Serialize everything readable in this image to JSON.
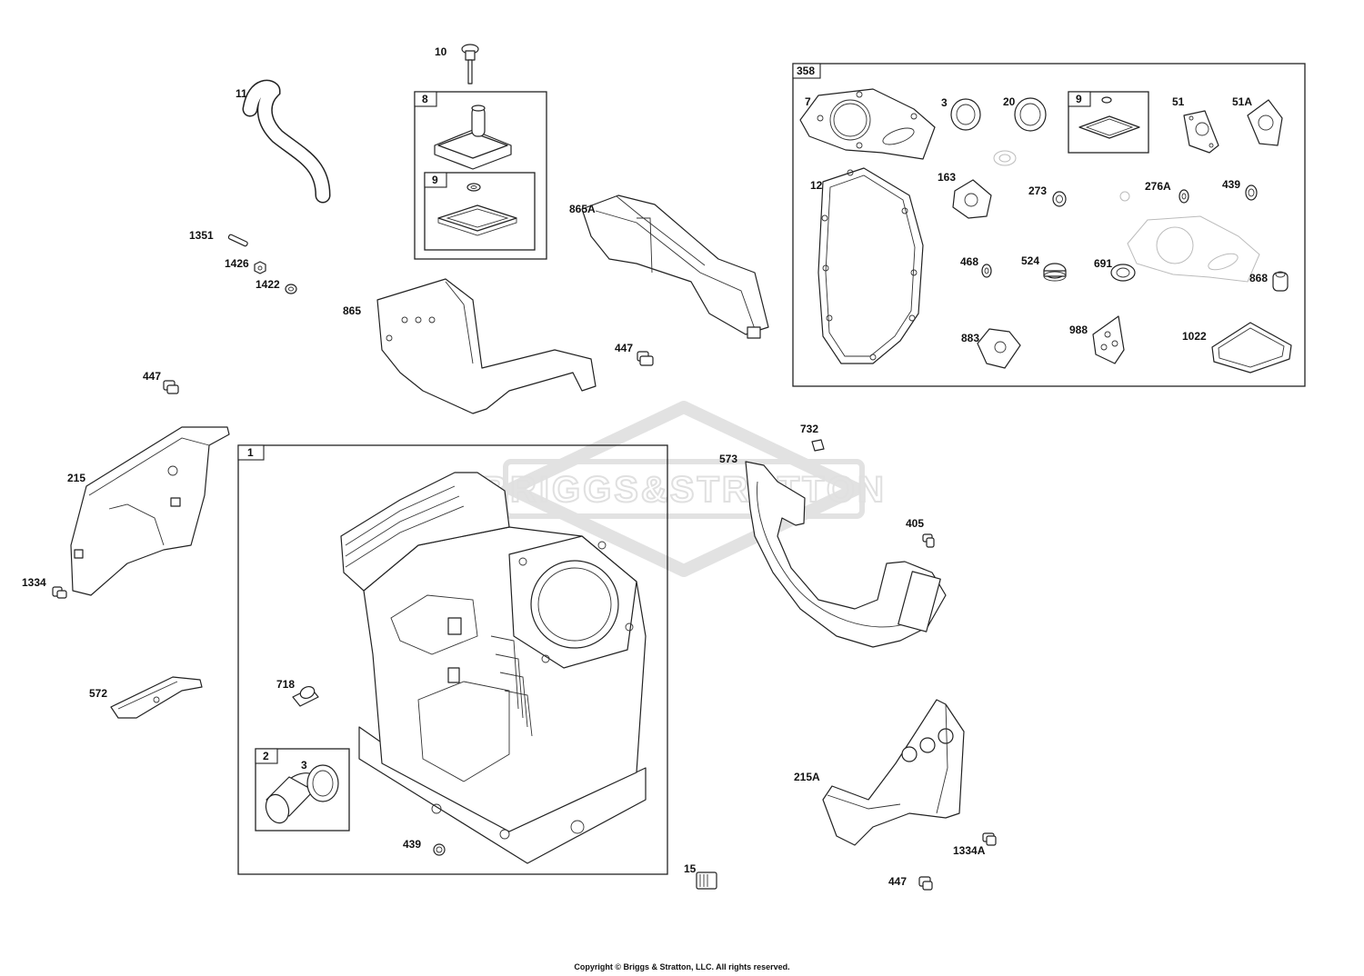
{
  "diagram": {
    "watermark_text": "BRIGGS&STRATTON",
    "copyright": "Copyright © Briggs & Stratton, LLC. All rights reserved.",
    "callouts": {
      "c10": "10",
      "c11": "11",
      "c1351": "1351",
      "c1426": "1426",
      "c1422": "1422",
      "c865": "865",
      "c865A": "865A",
      "c447a": "447",
      "c447b": "447",
      "c447c": "447",
      "c215": "215",
      "c1334": "1334",
      "c572": "572",
      "c718": "718",
      "c3b": "3",
      "c439b": "439",
      "c15": "15",
      "c732": "732",
      "c573": "573",
      "c405": "405",
      "c215A": "215A",
      "c1334A": "1334A",
      "k7": "7",
      "k3": "3",
      "k20": "20",
      "k51": "51",
      "k51A": "51A",
      "k12": "12",
      "k163": "163",
      "k273": "273",
      "k276A": "276A",
      "k439": "439",
      "k468": "468",
      "k524": "524",
      "k691": "691",
      "k868": "868",
      "k883": "883",
      "k988": "988",
      "k1022": "1022"
    },
    "boxes": {
      "box8": "8",
      "box9a": "9",
      "box358": "358",
      "box9b": "9",
      "box1": "1",
      "box2": "2"
    }
  }
}
